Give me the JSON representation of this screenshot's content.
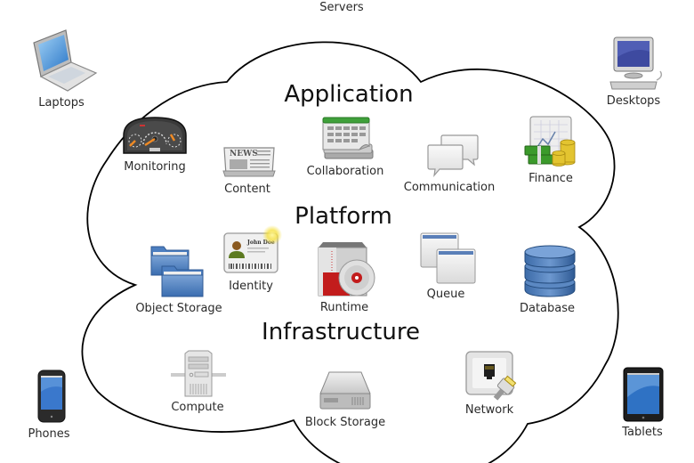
{
  "diagram": {
    "title": "Cloud computing",
    "cloud_outline_color": "#000000",
    "layers": [
      {
        "id": "application",
        "label": "Application"
      },
      {
        "id": "platform",
        "label": "Platform"
      },
      {
        "id": "infrastructure",
        "label": "Infrastructure"
      }
    ],
    "inside": {
      "application": [
        {
          "label": "Monitoring",
          "icon": "dashboard-gauge-icon"
        },
        {
          "label": "Content",
          "icon": "newspaper-icon"
        },
        {
          "label": "Collaboration",
          "icon": "calendar-icon"
        },
        {
          "label": "Communication",
          "icon": "speech-bubbles-icon"
        },
        {
          "label": "Finance",
          "icon": "money-chart-icon"
        }
      ],
      "platform": [
        {
          "label": "Object Storage",
          "icon": "folders-icon"
        },
        {
          "label": "Identity",
          "icon": "id-card-icon"
        },
        {
          "label": "Runtime",
          "icon": "package-disc-icon"
        },
        {
          "label": "Queue",
          "icon": "windows-stack-icon"
        },
        {
          "label": "Database",
          "icon": "database-icon"
        }
      ],
      "infrastructure": [
        {
          "label": "Compute",
          "icon": "server-tower-icon"
        },
        {
          "label": "Block Storage",
          "icon": "hard-drive-icon"
        },
        {
          "label": "Network",
          "icon": "ethernet-port-icon"
        }
      ]
    },
    "outside": [
      {
        "label": "Servers",
        "icon": null
      },
      {
        "label": "Laptops",
        "icon": "laptop-icon"
      },
      {
        "label": "Desktops",
        "icon": "desktop-computer-icon"
      },
      {
        "label": "Phones",
        "icon": "smartphone-icon"
      },
      {
        "label": "Tablets",
        "icon": "tablet-icon"
      }
    ],
    "icon_text": {
      "news": "NEWS",
      "id_name": "John Doe"
    }
  }
}
